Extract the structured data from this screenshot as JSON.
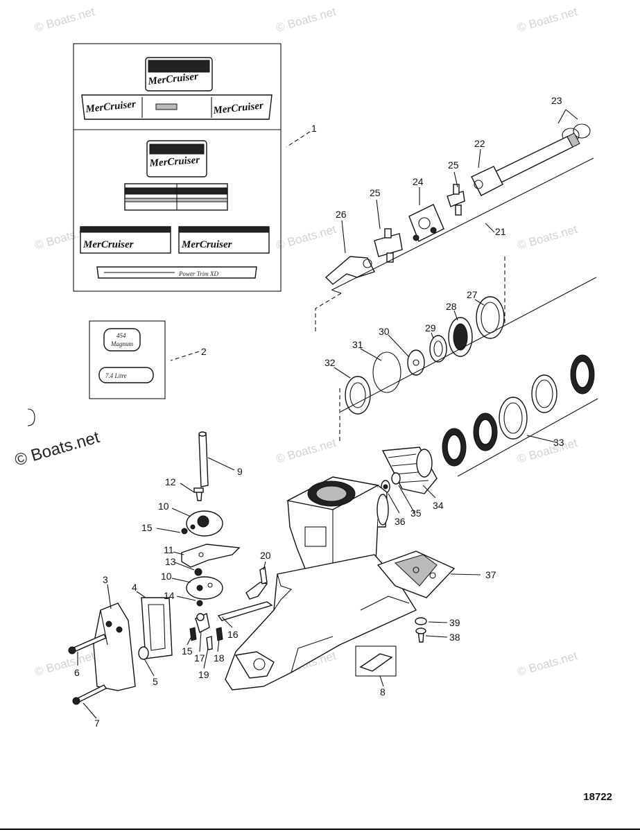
{
  "watermark": "© Boats.net",
  "watermark_prominent": "© Boats.net",
  "diagram_number": "18722",
  "decal_brand": "MerCruiser",
  "decal_power_trim": "Power Trim XD",
  "decal_magnum_line1": "454",
  "decal_magnum_line2": "Magnum",
  "decal_litre": "7.4 Litre",
  "part_labels": [
    "1",
    "2",
    "3",
    "4",
    "5",
    "6",
    "7",
    "8",
    "9",
    "10",
    "10",
    "11",
    "12",
    "13",
    "14",
    "15",
    "15",
    "16",
    "17",
    "18",
    "19",
    "20",
    "21",
    "22",
    "23",
    "24",
    "25",
    "25",
    "26",
    "27",
    "28",
    "29",
    "30",
    "31",
    "32",
    "33",
    "34",
    "35",
    "36",
    "37",
    "38",
    "39"
  ]
}
